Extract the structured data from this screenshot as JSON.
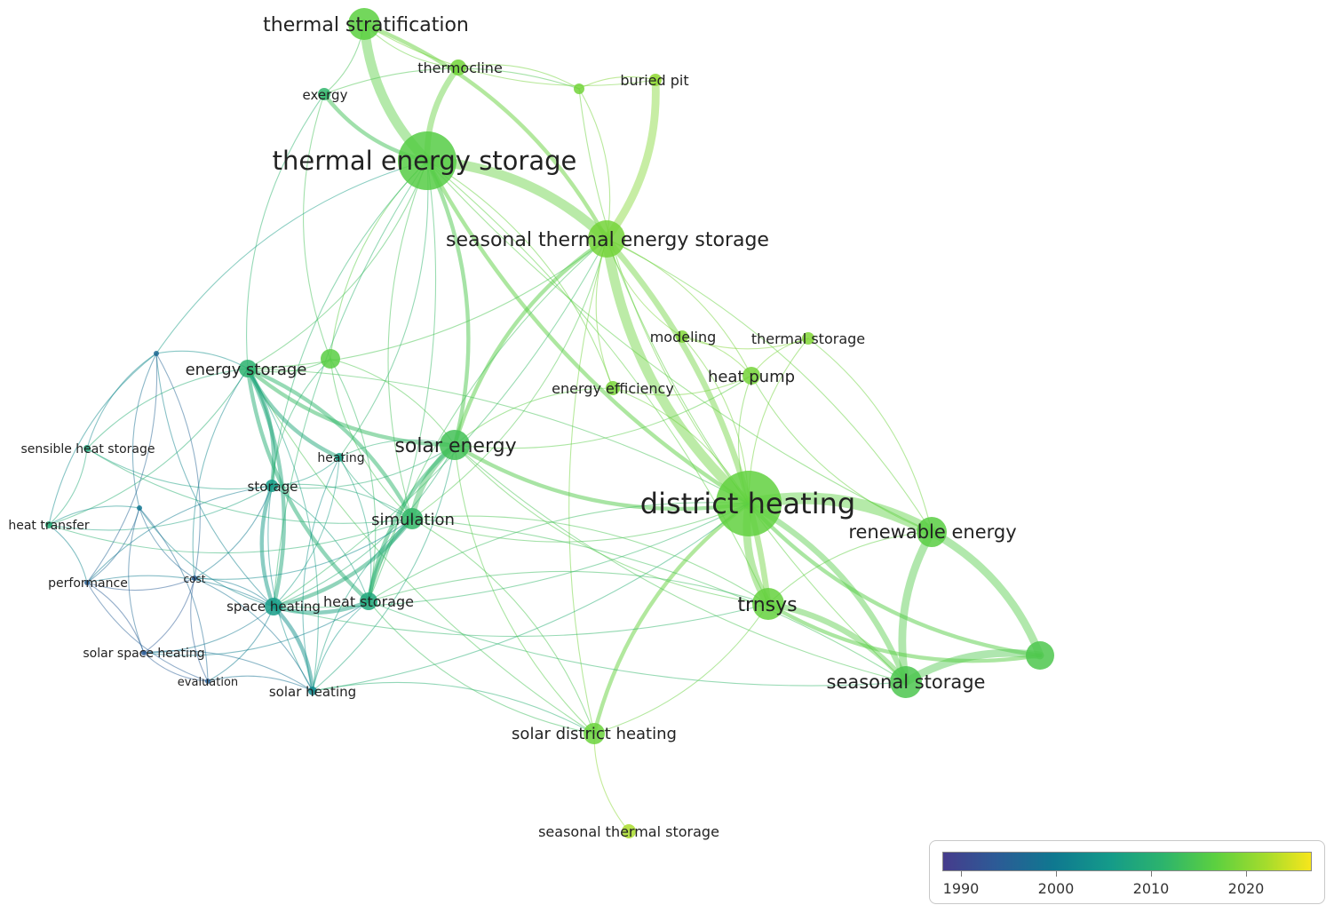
{
  "map": {
    "nodes": [
      {
        "id": "thermal-energy-storage",
        "label": "thermal energy storage",
        "year": 2016.2,
        "weight": 10
      },
      {
        "id": "district-heating",
        "label": "district heating",
        "year": 2017.2,
        "weight": 10
      },
      {
        "id": "seasonal-thermal-energy-storage",
        "label": "seasonal thermal energy storage",
        "year": 2018.6,
        "weight": 6
      },
      {
        "id": "thermal-stratification",
        "label": "thermal stratification",
        "year": 2016.8,
        "weight": 5
      },
      {
        "id": "thermocline",
        "label": "thermocline",
        "year": 2018.5,
        "weight": 2
      },
      {
        "id": "exergy",
        "label": "exergy",
        "year": 2011.5,
        "weight": 2
      },
      {
        "id": "buried-pit",
        "label": "buried pit",
        "year": 2020.8,
        "weight": 2
      },
      {
        "id": "unlabeled-top",
        "label": "",
        "year": 2018.5,
        "weight": 2
      },
      {
        "id": "energy-storage",
        "label": "energy storage",
        "year": 2011.0,
        "weight": 3
      },
      {
        "id": "unlabeled-mid",
        "label": "",
        "year": 2016.5,
        "weight": 3
      },
      {
        "id": "modeling",
        "label": "modeling",
        "year": 2019.6,
        "weight": 2
      },
      {
        "id": "thermal-storage",
        "label": "thermal storage",
        "year": 2019.6,
        "weight": 2
      },
      {
        "id": "heat-pump",
        "label": "heat pump",
        "year": 2018.6,
        "weight": 3
      },
      {
        "id": "energy-efficiency",
        "label": "energy efficiency",
        "year": 2019.0,
        "weight": 2
      },
      {
        "id": "solar-energy",
        "label": "solar energy",
        "year": 2014.0,
        "weight": 5
      },
      {
        "id": "heating",
        "label": "heating",
        "year": 2006.5,
        "weight": 2
      },
      {
        "id": "storage",
        "label": "storage",
        "year": 2006.0,
        "weight": 2
      },
      {
        "id": "simulation",
        "label": "simulation",
        "year": 2012.0,
        "weight": 4
      },
      {
        "id": "sensible-heat-storage",
        "label": "sensible heat storage",
        "year": 2008.5,
        "weight": 1
      },
      {
        "id": "heat-transfer",
        "label": "heat transfer",
        "year": 2009.5,
        "weight": 1
      },
      {
        "id": "unlabeled-blue-1",
        "label": "",
        "year": 1996.5,
        "weight": 1
      },
      {
        "id": "unlabeled-blue-2",
        "label": "",
        "year": 1999.0,
        "weight": 1
      },
      {
        "id": "performance",
        "label": "performance",
        "year": 1994.5,
        "weight": 1
      },
      {
        "id": "cost",
        "label": "cost",
        "year": 1994.0,
        "weight": 1
      },
      {
        "id": "space-heating",
        "label": "space heating",
        "year": 2006.0,
        "weight": 3
      },
      {
        "id": "heat-storage",
        "label": "heat storage",
        "year": 2008.5,
        "weight": 3
      },
      {
        "id": "solar-space-heating",
        "label": "solar space heating",
        "year": 1993.5,
        "weight": 1
      },
      {
        "id": "evaluation",
        "label": "evaluation",
        "year": 1994.5,
        "weight": 1
      },
      {
        "id": "solar-heating",
        "label": "solar heating",
        "year": 2002.5,
        "weight": 2
      },
      {
        "id": "renewable-energy",
        "label": "renewable energy",
        "year": 2016.5,
        "weight": 5
      },
      {
        "id": "trnsys",
        "label": "trnsys",
        "year": 2017.5,
        "weight": 5
      },
      {
        "id": "seasonal-storage",
        "label": "seasonal storage",
        "year": 2015.0,
        "weight": 5
      },
      {
        "id": "unlabeled-right",
        "label": "",
        "year": 2015.2,
        "weight": 4
      },
      {
        "id": "solar-district-heating",
        "label": "solar district heating",
        "year": 2018.0,
        "weight": 3
      },
      {
        "id": "seasonal-thermal-storage",
        "label": "seasonal thermal storage",
        "year": 2022.5,
        "weight": 2
      }
    ],
    "links": [
      [
        "thermal-stratification",
        "thermal-energy-storage",
        5
      ],
      [
        "thermal-stratification",
        "seasonal-thermal-energy-storage",
        2
      ],
      [
        "thermal-stratification",
        "thermocline",
        1
      ],
      [
        "thermal-stratification",
        "exergy",
        1
      ],
      [
        "thermocline",
        "thermal-energy-storage",
        3
      ],
      [
        "thermocline",
        "unlabeled-top",
        1
      ],
      [
        "exergy",
        "thermal-energy-storage",
        2
      ],
      [
        "buried-pit",
        "seasonal-thermal-energy-storage",
        4
      ],
      [
        "buried-pit",
        "unlabeled-top",
        1
      ],
      [
        "unlabeled-top",
        "seasonal-thermal-energy-storage",
        1
      ],
      [
        "unlabeled-top",
        "district-heating",
        1
      ],
      [
        "thermal-energy-storage",
        "seasonal-thermal-energy-storage",
        5
      ],
      [
        "thermal-energy-storage",
        "district-heating",
        2
      ],
      [
        "thermal-energy-storage",
        "energy-storage",
        1
      ],
      [
        "thermal-energy-storage",
        "unlabeled-mid",
        1
      ],
      [
        "thermal-energy-storage",
        "solar-energy",
        2
      ],
      [
        "thermal-energy-storage",
        "simulation",
        1
      ],
      [
        "thermal-energy-storage",
        "heat-storage",
        1
      ],
      [
        "thermal-energy-storage",
        "storage",
        1
      ],
      [
        "thermal-energy-storage",
        "heating",
        1
      ],
      [
        "thermal-energy-storage",
        "renewable-energy",
        1
      ],
      [
        "thermal-energy-storage",
        "trnsys",
        1
      ],
      [
        "thermal-energy-storage",
        "space-heating",
        1
      ],
      [
        "thermal-energy-storage",
        "energy-efficiency",
        1
      ],
      [
        "seasonal-thermal-energy-storage",
        "district-heating",
        5
      ],
      [
        "seasonal-thermal-energy-storage",
        "trnsys",
        3
      ],
      [
        "seasonal-thermal-energy-storage",
        "solar-energy",
        2
      ],
      [
        "seasonal-thermal-energy-storage",
        "simulation",
        1
      ],
      [
        "seasonal-thermal-energy-storage",
        "energy-efficiency",
        1
      ],
      [
        "seasonal-thermal-energy-storage",
        "heat-pump",
        1
      ],
      [
        "seasonal-thermal-energy-storage",
        "modeling",
        1
      ],
      [
        "seasonal-thermal-energy-storage",
        "renewable-energy",
        1
      ],
      [
        "seasonal-thermal-energy-storage",
        "solar-district-heating",
        1
      ],
      [
        "seasonal-thermal-energy-storage",
        "energy-storage",
        1
      ],
      [
        "seasonal-thermal-energy-storage",
        "seasonal-storage",
        1
      ],
      [
        "seasonal-thermal-energy-storage",
        "space-heating",
        1
      ],
      [
        "seasonal-thermal-energy-storage",
        "heat-storage",
        1
      ],
      [
        "district-heating",
        "renewable-energy",
        6
      ],
      [
        "district-heating",
        "trnsys",
        4
      ],
      [
        "district-heating",
        "seasonal-storage",
        3
      ],
      [
        "district-heating",
        "unlabeled-right",
        2
      ],
      [
        "district-heating",
        "solar-energy",
        2
      ],
      [
        "district-heating",
        "solar-district-heating",
        2
      ],
      [
        "district-heating",
        "heat-pump",
        1
      ],
      [
        "district-heating",
        "modeling",
        1
      ],
      [
        "district-heating",
        "thermal-storage",
        1
      ],
      [
        "district-heating",
        "energy-efficiency",
        1
      ],
      [
        "district-heating",
        "simulation",
        1
      ],
      [
        "district-heating",
        "heat-storage",
        1
      ],
      [
        "district-heating",
        "space-heating",
        1
      ],
      [
        "district-heating",
        "energy-storage",
        1
      ],
      [
        "district-heating",
        "solar-heating",
        1
      ],
      [
        "renewable-energy",
        "seasonal-storage",
        4
      ],
      [
        "renewable-energy",
        "unlabeled-right",
        4
      ],
      [
        "renewable-energy",
        "trnsys",
        1
      ],
      [
        "renewable-energy",
        "heat-pump",
        1
      ],
      [
        "renewable-energy",
        "thermal-storage",
        1
      ],
      [
        "seasonal-storage",
        "unlabeled-right",
        4
      ],
      [
        "seasonal-storage",
        "trnsys",
        3
      ],
      [
        "seasonal-storage",
        "solar-energy",
        1
      ],
      [
        "seasonal-storage",
        "simulation",
        1
      ],
      [
        "seasonal-storage",
        "heat-storage",
        1
      ],
      [
        "trnsys",
        "unlabeled-right",
        2
      ],
      [
        "trnsys",
        "solar-energy",
        1
      ],
      [
        "trnsys",
        "simulation",
        1
      ],
      [
        "trnsys",
        "space-heating",
        1
      ],
      [
        "trnsys",
        "heat-storage",
        1
      ],
      [
        "trnsys",
        "solar-district-heating",
        1
      ],
      [
        "solar-district-heating",
        "seasonal-thermal-storage",
        1
      ],
      [
        "solar-district-heating",
        "solar-energy",
        1
      ],
      [
        "solar-district-heating",
        "simulation",
        1
      ],
      [
        "solar-district-heating",
        "energy-storage",
        1
      ],
      [
        "solar-district-heating",
        "solar-heating",
        1
      ],
      [
        "solar-district-heating",
        "heat-storage",
        1
      ],
      [
        "solar-energy",
        "simulation",
        3
      ],
      [
        "solar-energy",
        "energy-storage",
        2
      ],
      [
        "solar-energy",
        "heat-storage",
        2
      ],
      [
        "solar-energy",
        "storage",
        1
      ],
      [
        "solar-energy",
        "heating",
        1
      ],
      [
        "solar-energy",
        "space-heating",
        1
      ],
      [
        "solar-energy",
        "unlabeled-mid",
        1
      ],
      [
        "solar-energy",
        "energy-efficiency",
        1
      ],
      [
        "solar-energy",
        "heat-pump",
        1
      ],
      [
        "solar-energy",
        "solar-heating",
        1
      ],
      [
        "energy-storage",
        "unlabeled-mid",
        1
      ],
      [
        "energy-storage",
        "storage",
        2
      ],
      [
        "energy-storage",
        "heating",
        2
      ],
      [
        "energy-storage",
        "simulation",
        2
      ],
      [
        "energy-storage",
        "heat-storage",
        2
      ],
      [
        "energy-storage",
        "space-heating",
        2
      ],
      [
        "energy-storage",
        "sensible-heat-storage",
        1
      ],
      [
        "energy-storage",
        "heat-transfer",
        1
      ],
      [
        "energy-storage",
        "unlabeled-blue-1",
        1
      ],
      [
        "energy-storage",
        "exergy",
        1
      ],
      [
        "energy-storage",
        "cost",
        1
      ],
      [
        "energy-storage",
        "solar-heating",
        1
      ],
      [
        "unlabeled-mid",
        "simulation",
        1
      ],
      [
        "unlabeled-mid",
        "heat-storage",
        1
      ],
      [
        "unlabeled-mid",
        "storage",
        1
      ],
      [
        "unlabeled-mid",
        "exergy",
        1
      ],
      [
        "storage",
        "heating",
        1
      ],
      [
        "storage",
        "simulation",
        1
      ],
      [
        "storage",
        "space-heating",
        2
      ],
      [
        "storage",
        "heat-storage",
        1
      ],
      [
        "storage",
        "solar-heating",
        1
      ],
      [
        "storage",
        "cost",
        1
      ],
      [
        "storage",
        "performance",
        1
      ],
      [
        "storage",
        "heat-transfer",
        1
      ],
      [
        "heating",
        "simulation",
        1
      ],
      [
        "heating",
        "space-heating",
        1
      ],
      [
        "heating",
        "solar-heating",
        1
      ],
      [
        "heating",
        "heat-storage",
        1
      ],
      [
        "simulation",
        "heat-storage",
        2
      ],
      [
        "simulation",
        "space-heating",
        2
      ],
      [
        "simulation",
        "solar-heating",
        1
      ],
      [
        "simulation",
        "cost",
        1
      ],
      [
        "space-heating",
        "heat-storage",
        2
      ],
      [
        "space-heating",
        "solar-heating",
        2
      ],
      [
        "space-heating",
        "cost",
        1
      ],
      [
        "space-heating",
        "solar-space-heating",
        1
      ],
      [
        "space-heating",
        "performance",
        1
      ],
      [
        "space-heating",
        "unlabeled-blue-2",
        1
      ],
      [
        "heat-storage",
        "solar-heating",
        1
      ],
      [
        "sensible-heat-storage",
        "heat-transfer",
        1
      ],
      [
        "sensible-heat-storage",
        "storage",
        1
      ],
      [
        "sensible-heat-storage",
        "unlabeled-blue-1",
        1
      ],
      [
        "sensible-heat-storage",
        "simulation",
        1
      ],
      [
        "heat-transfer",
        "performance",
        1
      ],
      [
        "heat-transfer",
        "simulation",
        1
      ],
      [
        "heat-transfer",
        "unlabeled-blue-2",
        1
      ],
      [
        "unlabeled-blue-1",
        "unlabeled-blue-2",
        1
      ],
      [
        "unlabeled-blue-1",
        "cost",
        1
      ],
      [
        "unlabeled-blue-1",
        "space-heating",
        1
      ],
      [
        "unlabeled-blue-1",
        "performance",
        1
      ],
      [
        "unlabeled-blue-1",
        "heat-transfer",
        1
      ],
      [
        "unlabeled-blue-1",
        "thermal-energy-storage",
        1
      ],
      [
        "unlabeled-blue-2",
        "cost",
        1
      ],
      [
        "unlabeled-blue-2",
        "performance",
        1
      ],
      [
        "unlabeled-blue-2",
        "solar-space-heating",
        1
      ],
      [
        "unlabeled-blue-2",
        "evaluation",
        1
      ],
      [
        "performance",
        "cost",
        1
      ],
      [
        "performance",
        "solar-space-heating",
        1
      ],
      [
        "performance",
        "evaluation",
        1
      ],
      [
        "cost",
        "solar-space-heating",
        1
      ],
      [
        "cost",
        "evaluation",
        1
      ],
      [
        "cost",
        "solar-heating",
        1
      ],
      [
        "solar-space-heating",
        "evaluation",
        1
      ],
      [
        "solar-space-heating",
        "solar-heating",
        1
      ],
      [
        "solar-space-heating",
        "heat-storage",
        1
      ],
      [
        "evaluation",
        "solar-heating",
        1
      ],
      [
        "evaluation",
        "space-heating",
        1
      ],
      [
        "modeling",
        "heat-pump",
        1
      ],
      [
        "modeling",
        "thermal-storage",
        1
      ],
      [
        "heat-pump",
        "thermal-storage",
        1
      ],
      [
        "energy-efficiency",
        "heat-pump",
        1
      ],
      [
        "exergy",
        "unlabeled-top",
        1
      ],
      [
        "thermal-stratification",
        "buried-pit",
        1
      ]
    ]
  },
  "legend": {
    "ticks": [
      {
        "label": "1990",
        "value": 1990
      },
      {
        "label": "2000",
        "value": 2000
      },
      {
        "label": "2010",
        "value": 2010
      },
      {
        "label": "2020",
        "value": 2020
      }
    ],
    "min": 1988,
    "max": 2027
  }
}
